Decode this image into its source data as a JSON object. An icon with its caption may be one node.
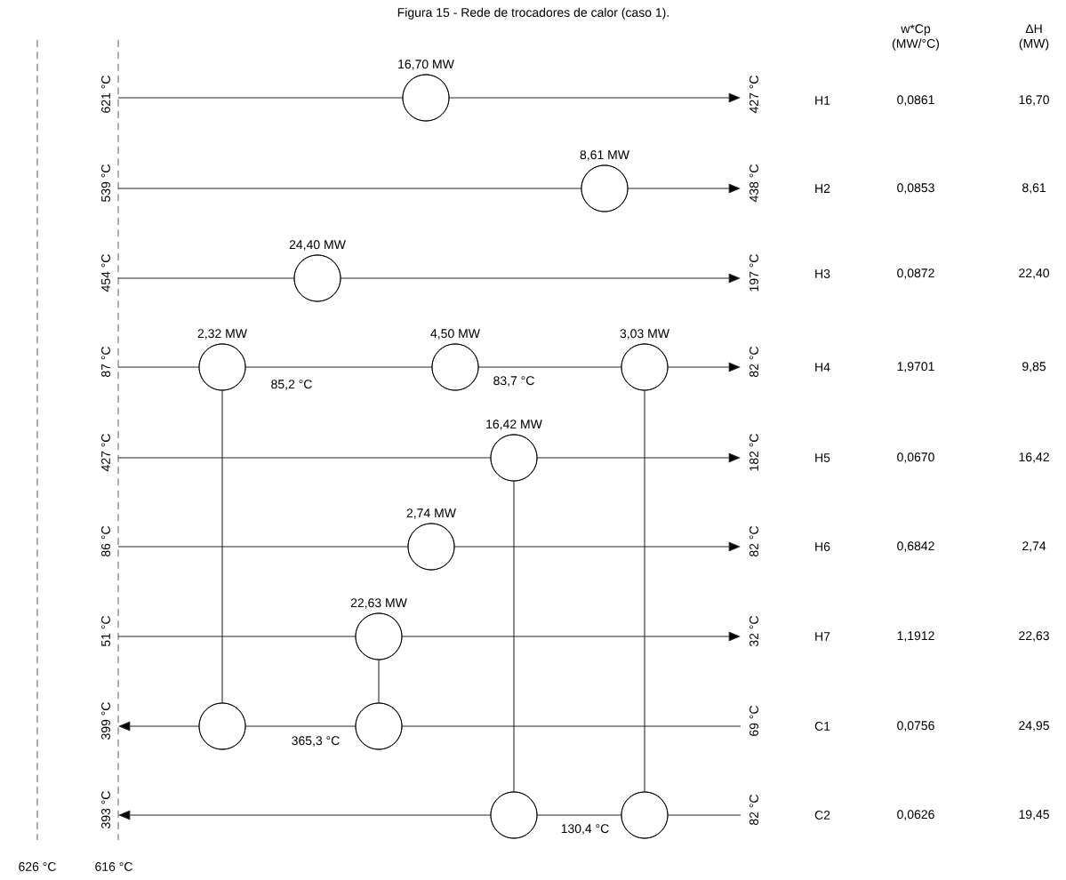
{
  "diagram": {
    "title": "Figura 15 - Rede de trocadores de calor (caso 1).",
    "nodes": [
      {
        "text": [
          "621 °C"
        ]
      },
      {
        "text": [],
        "shape": "circle",
        "beside": [
          "16,70 MW"
        ]
      },
      {
        "text": [
          "427 °C"
        ]
      },
      {
        "text": [
          "539 °C"
        ]
      },
      {
        "text": [],
        "shape": "circle",
        "beside": [
          "8,61 MW"
        ]
      },
      {
        "text": [
          "438 °C"
        ]
      },
      {
        "text": [
          "454 °C"
        ]
      },
      {
        "text": [],
        "shape": "circle",
        "beside": [
          "24,40 MW"
        ]
      },
      {
        "text": [
          "197 °C"
        ]
      },
      {
        "text": [
          "87 °C"
        ]
      },
      {
        "text": [],
        "shape": "circle",
        "beside": [
          "2,32 MW"
        ]
      },
      {
        "text": [],
        "shape": "circle",
        "beside": [
          "4,50 MW"
        ]
      },
      {
        "text": [],
        "shape": "circle",
        "beside": [
          "3,03 MW"
        ]
      },
      {
        "text": [
          "82 °C"
        ]
      },
      {
        "text": [
          "427 °C"
        ]
      },
      {
        "text": [],
        "shape": "circle",
        "beside": [
          "16,42 MW"
        ]
      },
      {
        "text": [
          "182 °C"
        ]
      },
      {
        "text": [
          "86 °C"
        ]
      },
      {
        "text": [],
        "shape": "circle",
        "beside": [
          "2,74 MW"
        ]
      },
      {
        "text": [
          "82 °C"
        ]
      },
      {
        "text": [
          "51 °C"
        ]
      },
      {
        "text": [],
        "shape": "circle",
        "beside": [
          "22,63 MW"
        ]
      },
      {
        "text": [
          "32 °C"
        ]
      },
      {
        "text": [
          "399 °C"
        ]
      },
      {
        "text": [],
        "shape": "circle"
      },
      {
        "text": [],
        "shape": "circle"
      },
      {
        "text": [
          "69 °C"
        ]
      },
      {
        "text": [
          "393 °C"
        ]
      },
      {
        "text": [],
        "shape": "circle"
      },
      {
        "text": [],
        "shape": "circle"
      },
      {
        "text": [
          "82 °C"
        ]
      }
    ],
    "edges": [
      {
        "from": 0,
        "to": 1,
        "arrow": "none"
      },
      {
        "from": 1,
        "to": 2,
        "arrow": "to"
      },
      {
        "from": 3,
        "to": 4,
        "arrow": "none"
      },
      {
        "from": 4,
        "to": 5,
        "arrow": "to"
      },
      {
        "from": 6,
        "to": 7,
        "arrow": "none"
      },
      {
        "from": 7,
        "to": 8,
        "arrow": "to"
      },
      {
        "from": 9,
        "to": 10,
        "arrow": "none"
      },
      {
        "from": 10,
        "to": 11,
        "arrow": "none",
        "label": "85,2 °C"
      },
      {
        "from": 11,
        "to": 12,
        "arrow": "none",
        "label": "83,7 °C"
      },
      {
        "from": 12,
        "to": 13,
        "arrow": "to"
      },
      {
        "from": 14,
        "to": 15,
        "arrow": "none"
      },
      {
        "from": 15,
        "to": 16,
        "arrow": "to"
      },
      {
        "from": 17,
        "to": 18,
        "arrow": "none"
      },
      {
        "from": 18,
        "to": 19,
        "arrow": "to"
      },
      {
        "from": 20,
        "to": 21,
        "arrow": "none"
      },
      {
        "from": 21,
        "to": 22,
        "arrow": "to"
      },
      {
        "from": 26,
        "to": 25,
        "arrow": "none"
      },
      {
        "from": 25,
        "to": 24,
        "arrow": "none",
        "label": "365,3 °C"
      },
      {
        "from": 24,
        "to": 23,
        "arrow": "to"
      },
      {
        "from": 30,
        "to": 29,
        "arrow": "none"
      },
      {
        "from": 29,
        "to": 28,
        "arrow": "none",
        "label": "130,4 °C"
      },
      {
        "from": 28,
        "to": 27,
        "arrow": "to"
      },
      {
        "from": 10,
        "to": 24,
        "arrow": "none"
      },
      {
        "from": 21,
        "to": 25,
        "arrow": "none"
      },
      {
        "from": 15,
        "to": 28,
        "arrow": "none"
      },
      {
        "from": 12,
        "to": 29,
        "arrow": "none"
      }
    ],
    "labels": [
      "w*Cp (MW/°C)",
      "ΔH (MW)",
      "H1",
      "0,0861",
      "16,70",
      "H2",
      "0,0853",
      "8,61",
      "H3",
      "0,0872",
      "22,40",
      "H4",
      "1,9701",
      "9,85",
      "H5",
      "0,0670",
      "16,42",
      "H6",
      "0,6842",
      "2,74",
      "H7",
      "1,1912",
      "22,63",
      "C1",
      "0,0756",
      "24,95",
      "C2",
      "0,0626",
      "19,45",
      "626 °C",
      "616 °C"
    ]
  }
}
